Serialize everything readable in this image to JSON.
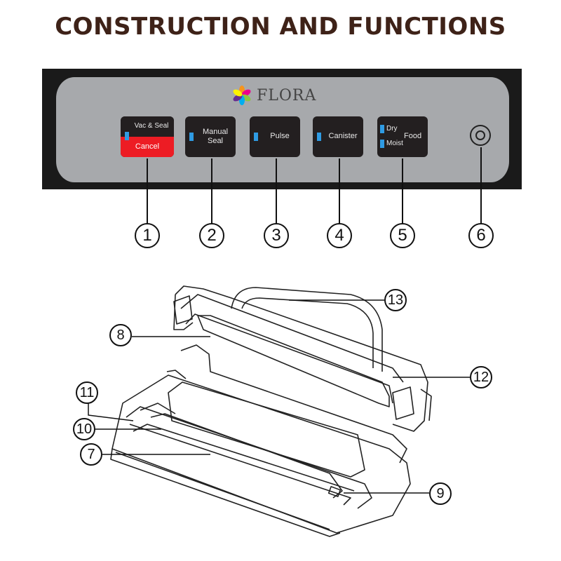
{
  "title": "CONSTRUCTION AND FUNCTIONS",
  "brand": "FLORA",
  "buttons": {
    "b1_top": "Vac & Seal",
    "b1_bottom": "Cancel",
    "b2": "Manual Seal",
    "b2_line1": "Manual",
    "b2_line2": "Seal",
    "b3": "Pulse",
    "b4": "Canister",
    "b5_dry": "Dry",
    "b5_moist": "Moist",
    "b5_food": "Food"
  },
  "callouts": [
    "1",
    "2",
    "3",
    "4",
    "5",
    "6",
    "7",
    "8",
    "9",
    "10",
    "11",
    "12",
    "13"
  ],
  "colors": {
    "title": "#3e2218",
    "panel": "#a7a9ac",
    "led": "#2f9be3",
    "cancel": "#ed1c24",
    "button": "#231f20"
  },
  "icons": {
    "power": "power-icon",
    "logo": "flower-logo-icon"
  }
}
